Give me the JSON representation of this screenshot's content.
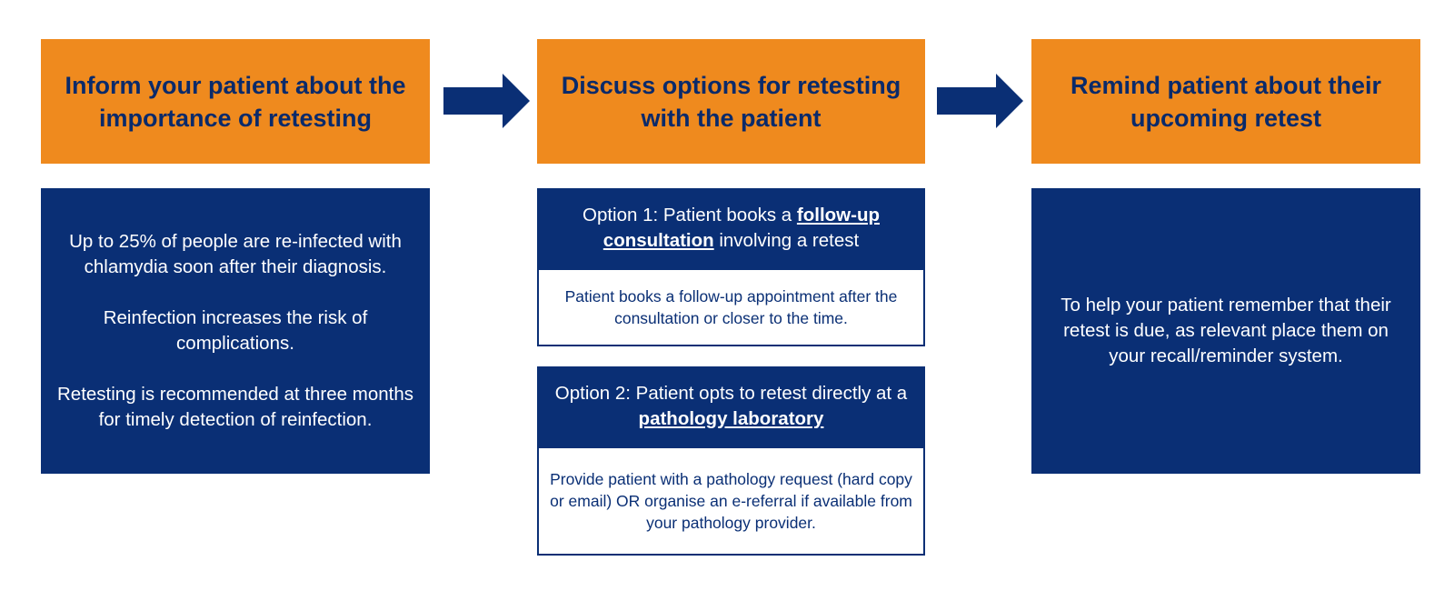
{
  "colors": {
    "orange": "#EF8A1E",
    "navy": "#0A2F75",
    "heading_text": "#0A2A6A"
  },
  "steps": [
    {
      "title": "Inform your patient about the importance of retesting",
      "paragraphs": [
        "Up to 25% of people are re-infected with chlamydia soon after their diagnosis.",
        "Reinfection increases the risk of complications.",
        "Retesting is recommended at three months for timely detection of reinfection."
      ]
    },
    {
      "title": "Discuss options for retesting with the patient",
      "options": [
        {
          "prefix": "Option 1: Patient books a ",
          "link": "follow-up consultation",
          "suffix": " involving a retest",
          "detail": "Patient books a follow-up appointment after the consultation or closer to the time."
        },
        {
          "prefix": "Option 2: Patient opts to retest directly at a ",
          "link": "pathology laboratory",
          "suffix": "",
          "detail": "Provide patient with a pathology request (hard copy or email) OR organise an e-referral if available from your pathology provider."
        }
      ]
    },
    {
      "title": "Remind patient about their upcoming retest",
      "paragraphs": [
        "To help your patient remember that their retest is due, as relevant place them on your recall/reminder system."
      ]
    }
  ]
}
